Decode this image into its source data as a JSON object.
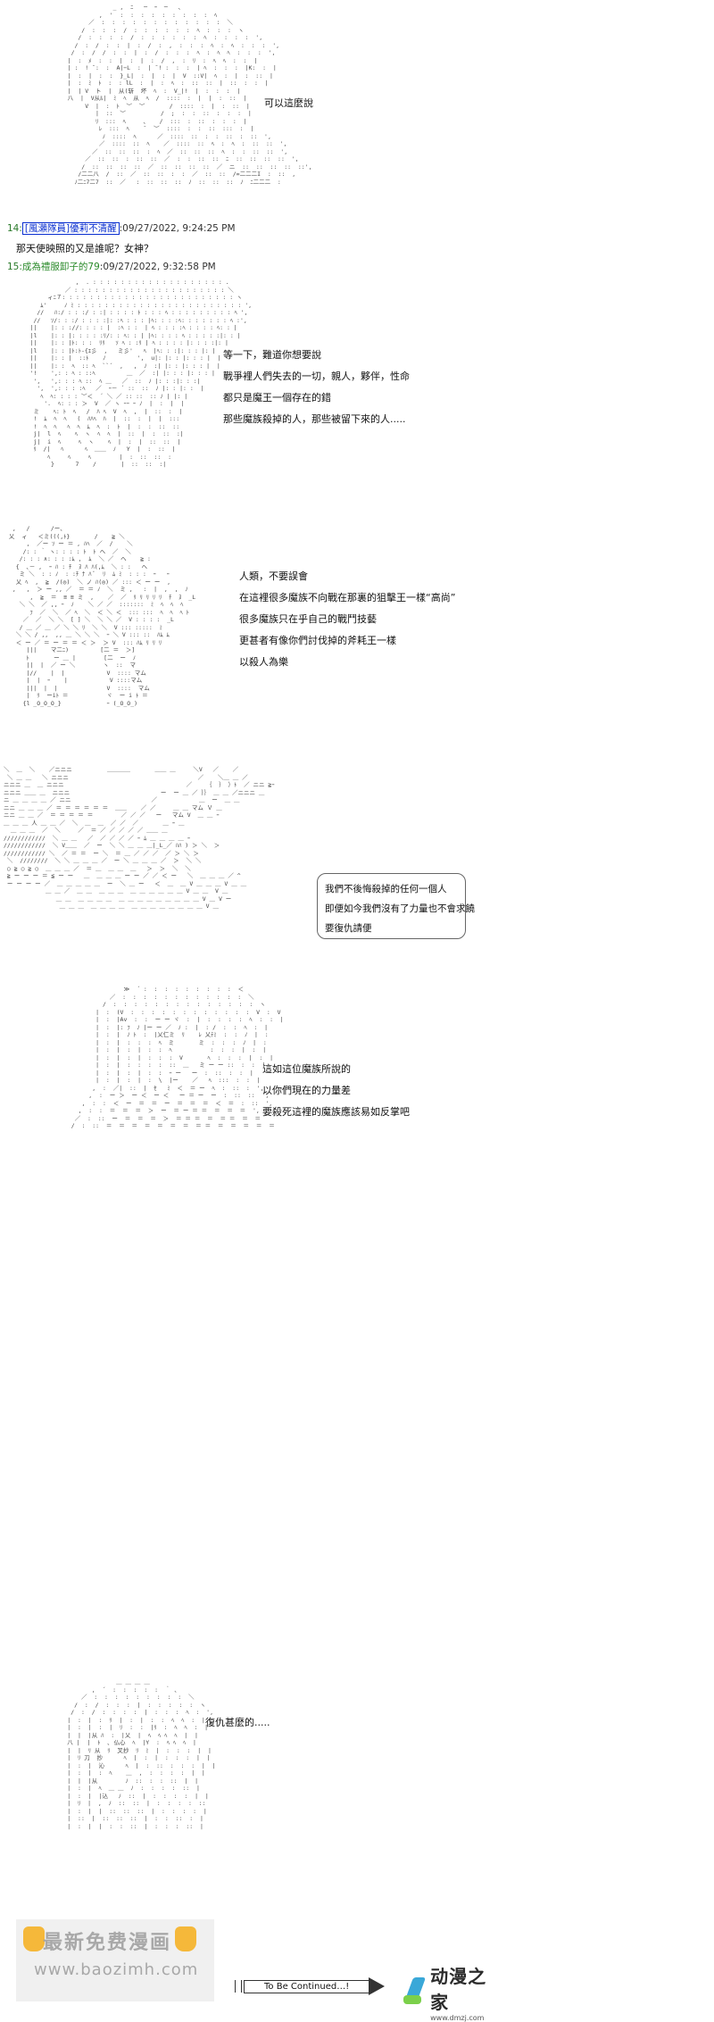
{
  "panel1": {
    "lines": [
      "可以這麼說"
    ]
  },
  "post14": {
    "number": "14:",
    "name": "[風瀨隊員]優莉不清醒",
    "time": ":09/27/2022, 9:24:25 PM",
    "text": "那天使映照的又是誰呢？女神？"
  },
  "post15": {
    "number": "15:",
    "name": "成為禮服卸子的79",
    "time": ":09/27/2022, 9:32:58 PM"
  },
  "panel2": {
    "lines": [
      "等一下，難道你想要說",
      "戰爭裡人們失去的一切，親人，夥伴，性命",
      "都只是魔王一個存在的錯",
      "那些魔族殺掉的人，那些被留下來的人....."
    ]
  },
  "panel3": {
    "lines": [
      "人類，不要誤會",
      "在這裡很多魔族不向戰在那裏的狙擊王一樣“高尚”",
      "很多魔族只在乎自己的戰鬥技藝",
      "更甚者有像你們討伐掉的斧耗王一樣",
      "以殺人為樂"
    ]
  },
  "panel4": {
    "lines": [
      "我們不後悔殺掉的任何一個人",
      "即便如今我們沒有了力量也不會求饒",
      "要復仇請便"
    ]
  },
  "panel5": {
    "lines": [
      "這如這位魔族所說的",
      "以你們現在的力量差",
      "要殺死這裡的魔族應該易如反掌吧"
    ]
  },
  "panel6": {
    "lines": [
      "復仇甚麼的....."
    ]
  },
  "footer": {
    "to_be_continued": "To Be Continued…!",
    "logo_text": "动漫之家",
    "logo_url": "www.dmzj.com",
    "watermark_title": "最新免费漫画",
    "watermark_url": "www.baozimh.com"
  },
  "colors": {
    "post_name": "#0a2fd0",
    "post_number": "#2a7a2a",
    "text": "#111111"
  }
}
